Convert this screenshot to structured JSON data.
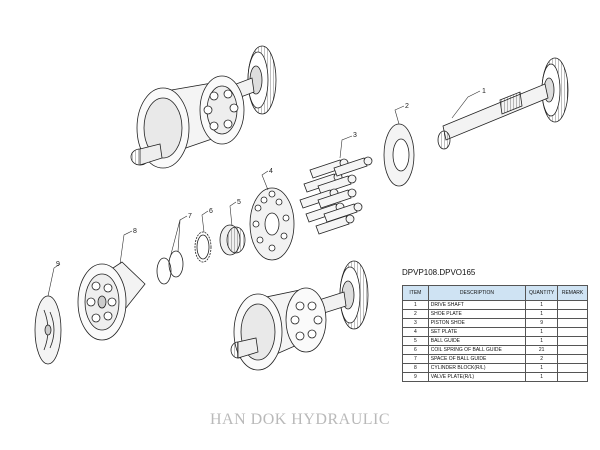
{
  "callouts": [
    "1",
    "2",
    "3",
    "4",
    "5",
    "6",
    "7",
    "8",
    "9"
  ],
  "table": {
    "title": "DPVP108.DPVO165",
    "headers": [
      "ITEM",
      "DESCRIPTION",
      "QUANTITY",
      "REMARK"
    ],
    "rows": [
      {
        "item": "1",
        "description": "DRIVE SHAFT",
        "quantity": "1",
        "remark": ""
      },
      {
        "item": "2",
        "description": "SHOE PLATE",
        "quantity": "1",
        "remark": ""
      },
      {
        "item": "3",
        "description": "PISTON SHOE",
        "quantity": "9",
        "remark": ""
      },
      {
        "item": "4",
        "description": "SET PLATE",
        "quantity": "1",
        "remark": ""
      },
      {
        "item": "5",
        "description": "BALL GUIDE",
        "quantity": "1",
        "remark": ""
      },
      {
        "item": "6",
        "description": "COIL SPRING OF BALL GUIDE",
        "quantity": "21",
        "remark": ""
      },
      {
        "item": "7",
        "description": "SPACE OF BALL GUIDE",
        "quantity": "2",
        "remark": ""
      },
      {
        "item": "8",
        "description": "CYLINDER BLOCK(R/L)",
        "quantity": "1",
        "remark": ""
      },
      {
        "item": "9",
        "description": "VALVE PLATE(R/L)",
        "quantity": "1",
        "remark": ""
      }
    ]
  },
  "brand": "HAN DOK HYDRAULIC",
  "colors": {
    "table_header": "#cfe3f3",
    "line": "#222222",
    "brand_text": "#b9b9b9"
  }
}
